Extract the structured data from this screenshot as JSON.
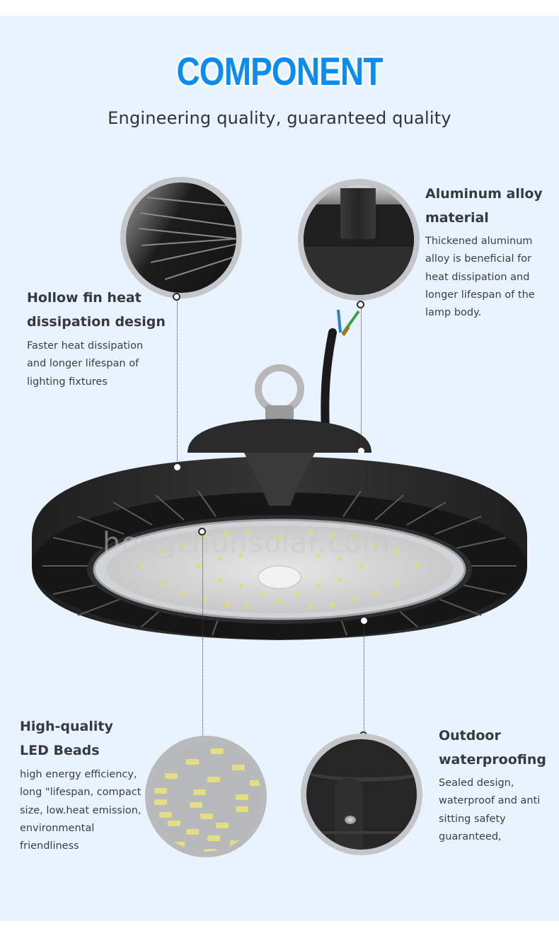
{
  "header": {
    "title": "COMPONENT",
    "subtitle": "Engineering quality, guaranteed quality"
  },
  "features": [
    {
      "id": "hollow-fin",
      "title_lines": [
        "Hollow fin heat",
        "dissipation design"
      ],
      "desc_lines": [
        "Faster heat dissipation",
        "and longer lifespan of",
        "lighting fixtures"
      ]
    },
    {
      "id": "aluminum-alloy",
      "title_lines": [
        "Aluminum alloy",
        "material"
      ],
      "desc_lines": [
        "Thickened aluminum",
        "alloy is beneficial for",
        "heat dissipation and",
        "longer lifespan of the",
        "lamp body."
      ]
    },
    {
      "id": "led-beads",
      "title_lines": [
        "High-quality",
        "LED Beads"
      ],
      "desc_lines": [
        "high energy efficiency,",
        "long \"lifespan, compact",
        "size, low.heat emission,",
        "environmental",
        "friendliness"
      ]
    },
    {
      "id": "waterproofing",
      "title_lines": [
        "Outdoor",
        "waterproofing"
      ],
      "desc_lines": [
        "Sealed design,",
        "waterproof and anti",
        "sitting safety",
        "guaranteed,"
      ]
    }
  ],
  "product": {
    "image": "ufo-high-bay-led-lamp",
    "watermark": "hongzhunsolar.com"
  },
  "colors": {
    "title": "#0a8cf5",
    "background": "#e9f3fe",
    "text": "#33373d",
    "lamp_body": "#2a2a2a"
  }
}
